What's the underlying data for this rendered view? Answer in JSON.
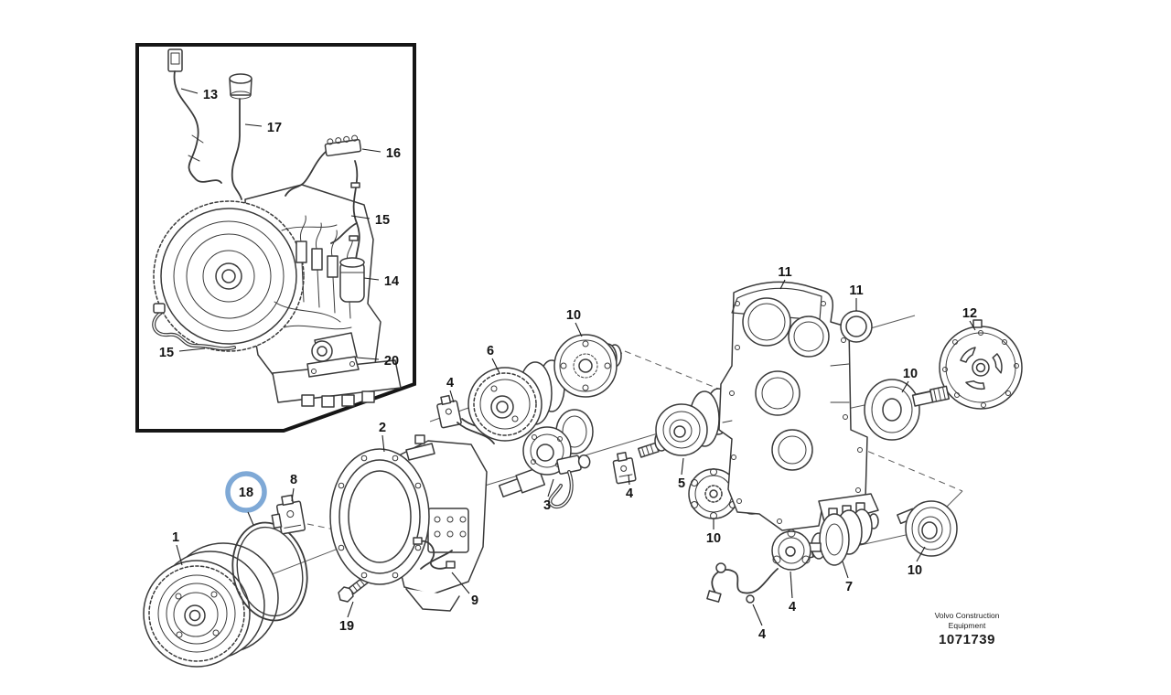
{
  "branding": {
    "line1": "Volvo Construction",
    "line2": "Equipment",
    "part_number": "1071739"
  },
  "highlight": {
    "color": "#7FA9D6",
    "highlighted_label": "18"
  },
  "inset": {
    "callouts": [
      {
        "label": "13"
      },
      {
        "label": "17"
      },
      {
        "label": "16"
      },
      {
        "label": "15"
      },
      {
        "label": "14"
      },
      {
        "label": "20"
      },
      {
        "label": "15"
      }
    ]
  },
  "explo": {
    "callouts": [
      {
        "label": "1"
      },
      {
        "label": "18"
      },
      {
        "label": "8"
      },
      {
        "label": "19"
      },
      {
        "label": "2"
      },
      {
        "label": "9"
      },
      {
        "label": "4"
      },
      {
        "label": "6"
      },
      {
        "label": "10"
      },
      {
        "label": "3"
      },
      {
        "label": "4"
      },
      {
        "label": "5"
      },
      {
        "label": "10"
      },
      {
        "label": "11"
      },
      {
        "label": "11"
      },
      {
        "label": "12"
      },
      {
        "label": "10"
      },
      {
        "label": "7"
      },
      {
        "label": "10"
      },
      {
        "label": "4"
      },
      {
        "label": "4"
      }
    ]
  }
}
